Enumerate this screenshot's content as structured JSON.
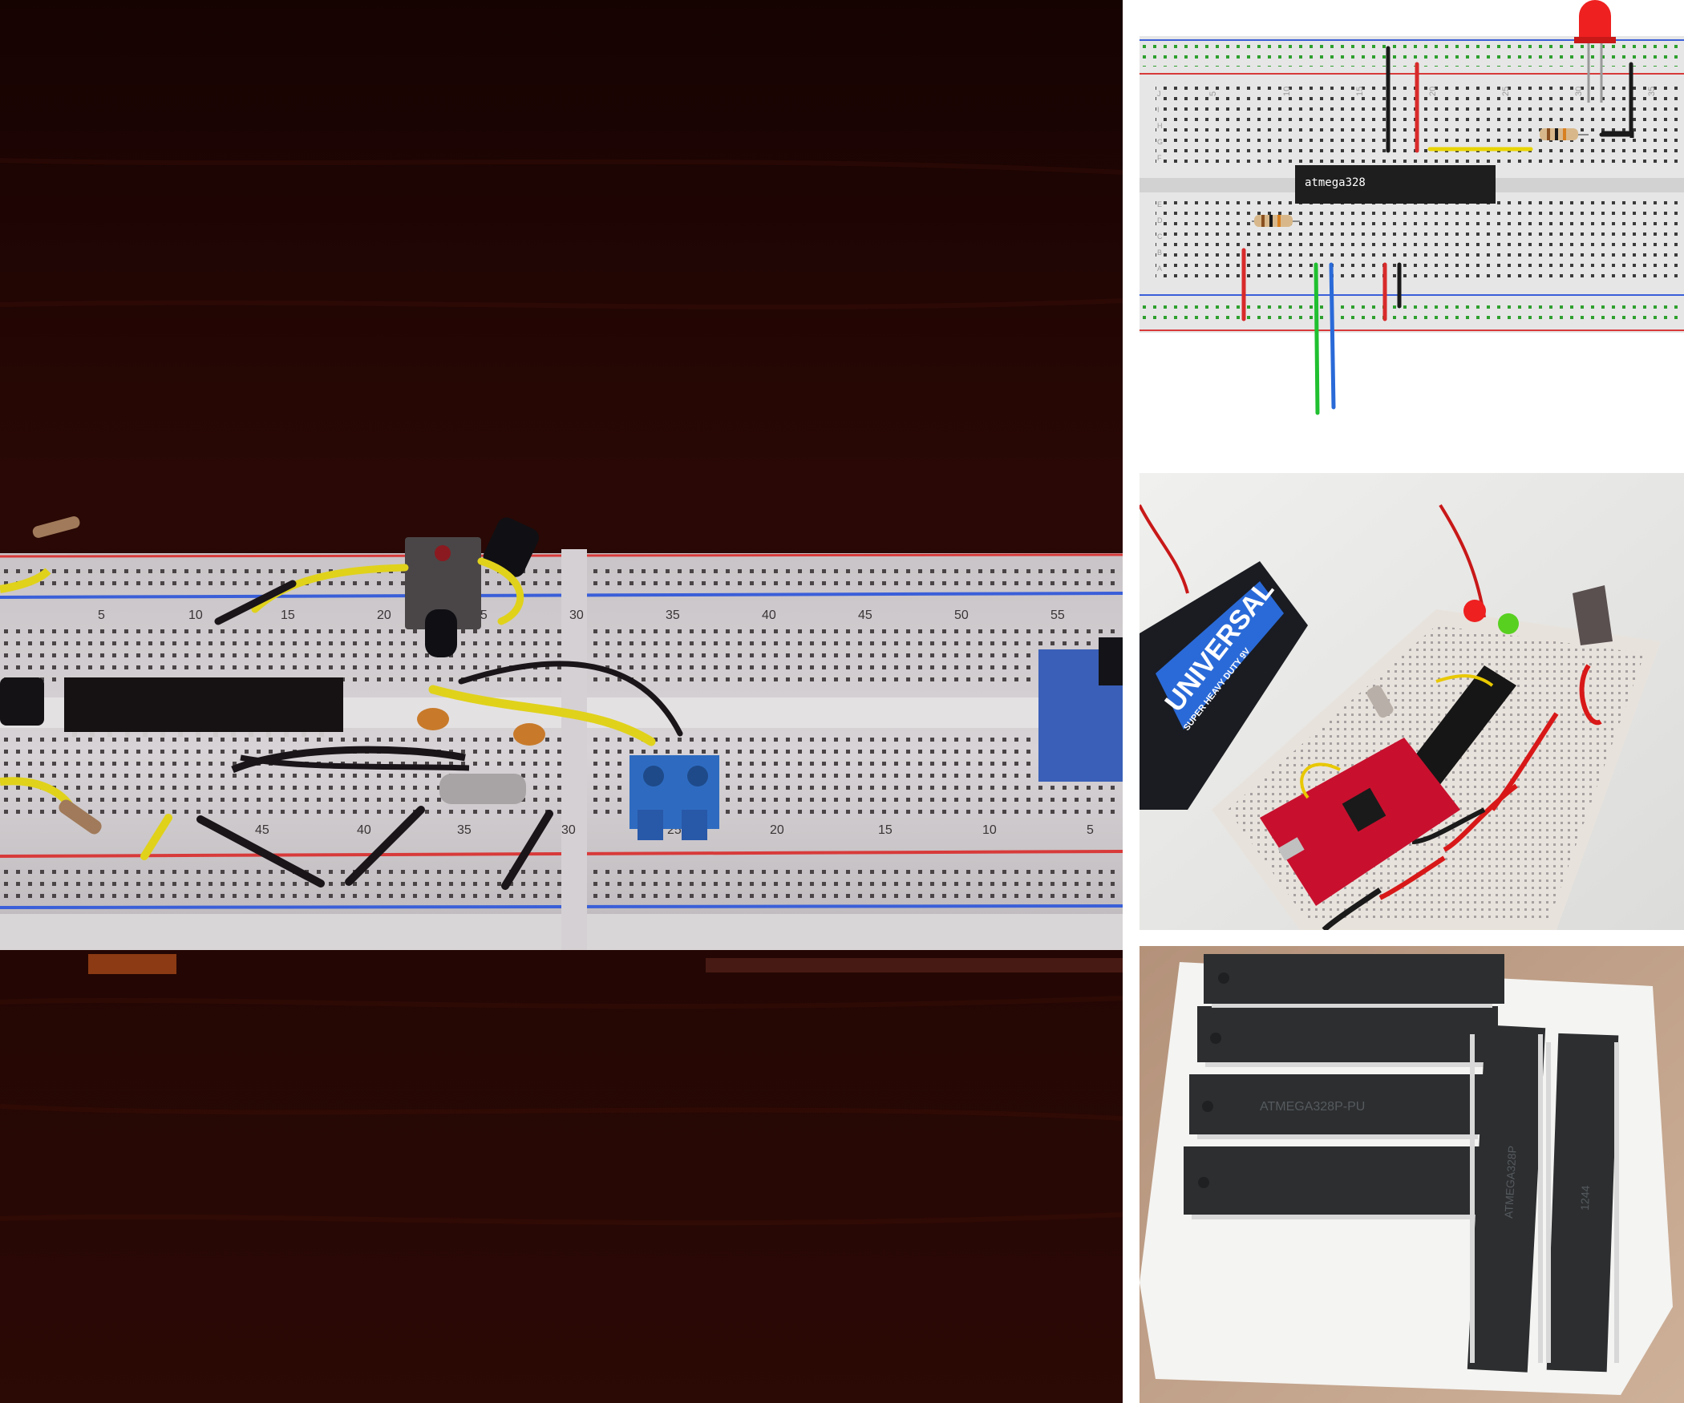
{
  "main_photo": {
    "breadboard_numbers_top": [
      "5",
      "10",
      "15",
      "20",
      "25",
      "30",
      "35",
      "40",
      "45",
      "50",
      "55"
    ],
    "breadboard_numbers_bottom": [
      "45",
      "40",
      "35",
      "30",
      "25",
      "20",
      "15",
      "10",
      "5"
    ]
  },
  "diagram": {
    "chip_label": "atmega328",
    "column_numbers": [
      "5",
      "10",
      "15",
      "20",
      "25",
      "30",
      "35"
    ],
    "row_letters_top": [
      "J",
      "I",
      "H",
      "G",
      "F"
    ],
    "row_letters_bottom": [
      "E",
      "D",
      "C",
      "B",
      "A"
    ]
  },
  "board_photo": {
    "battery_label": "UNIVERSAL",
    "battery_sublabel": "SUPER HEAVY DUTY 9V"
  },
  "chips_photo": {
    "chip_markings": [
      "ATMEGA328P-PU",
      "ATMEGA328P",
      "1244"
    ]
  },
  "colors": {
    "breadboard": "#ececec",
    "rail_red": "#d83a3a",
    "rail_blue": "#3a5fd8",
    "wire_yellow": "#e8d400",
    "wire_green": "#20c030",
    "wire_blue": "#2a6ad8",
    "chip": "#1e1e1e",
    "led_red": "#ee2020",
    "sparkfun_red": "#c8102e"
  }
}
